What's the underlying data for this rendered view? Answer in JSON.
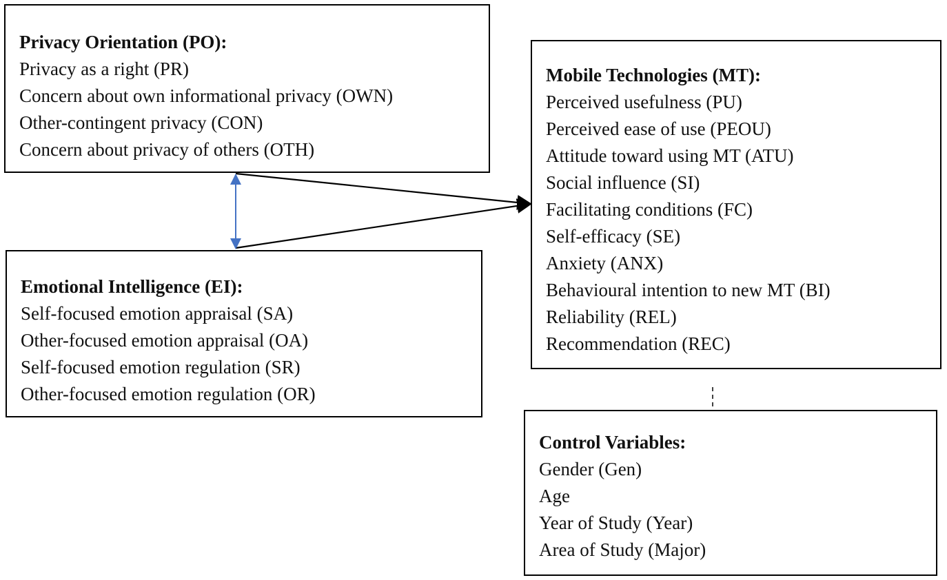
{
  "privacy_orientation": {
    "title": "Privacy Orientation (PO):",
    "items": [
      "Privacy as a right (PR)",
      "Concern about own informational privacy (OWN)",
      "Other-contingent privacy (CON)",
      "Concern about privacy of others (OTH)"
    ]
  },
  "emotional_intelligence": {
    "title": "Emotional Intelligence (EI):",
    "items": [
      "Self-focused emotion appraisal (SA)",
      "Other-focused emotion appraisal (OA)",
      "Self-focused emotion regulation (SR)",
      "Other-focused emotion regulation (OR)"
    ]
  },
  "mobile_technologies": {
    "title": "Mobile Technologies (MT):",
    "items": [
      "Perceived usefulness (PU)",
      "Perceived ease of use (PEOU)",
      "Attitude toward using MT (ATU)",
      "Social influence (SI)",
      "Facilitating conditions (FC)",
      "Self-efficacy (SE)",
      "Anxiety (ANX)",
      "Behavioural intention to new MT (BI)",
      "Reliability (REL)",
      "Recommendation (REC)"
    ]
  },
  "control_variables": {
    "title": "Control Variables:",
    "items": [
      "Gender (Gen)",
      "Age",
      "Year of Study (Year)",
      "Area of Study (Major)"
    ]
  },
  "colors": {
    "box_border": "#000000",
    "arrow": "#000000",
    "correlation_arrow": "#4472C4"
  }
}
